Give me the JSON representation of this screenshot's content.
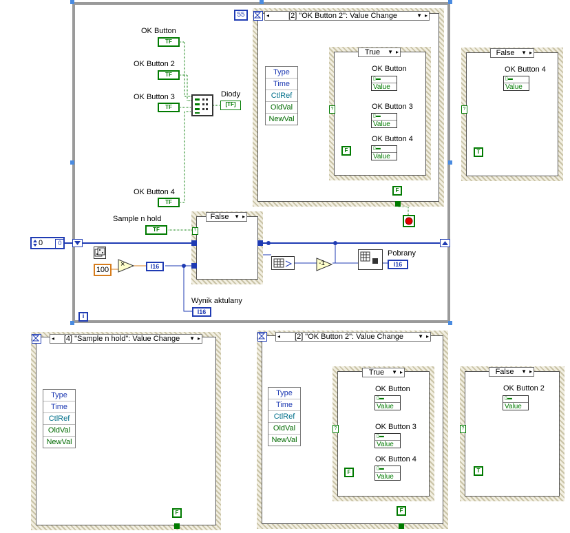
{
  "main_loop": {
    "iteration_label": "i",
    "count_value": "0",
    "count_indicator": "0"
  },
  "controls": {
    "ok_button": "OK Button",
    "ok_button_2": "OK Button 2",
    "ok_button_3": "OK Button 3",
    "ok_button_4": "OK Button 4",
    "sample_n_hold": "Sample n hold",
    "diody": "Diody",
    "wynik_aktulany": "Wynik aktulany",
    "pobrany": "Pobrany",
    "tf_label": "TF",
    "i16_label": "I16",
    "tf_bracket": "[TF]"
  },
  "constants": {
    "timeout": "55",
    "random_scale": "100",
    "decrement": "-1",
    "multiply": "×"
  },
  "event_structures": {
    "top_selector": "[2] \"OK Button 2\": Value Change",
    "bottom_left_selector": "[4] \"Sample n hold\": Value Change",
    "bottom_right_selector": "[2] \"OK Button 2\": Value Change"
  },
  "case_structures": {
    "top_true": "True",
    "top_false_right": "False",
    "middle_false": "False",
    "bottom_true": "True",
    "bottom_false_right": "False"
  },
  "event_data_node": [
    "Type",
    "Time",
    "CtlRef",
    "OldVal",
    "NewVal"
  ],
  "value_node_label": "Value",
  "boolean_constants": {
    "true_letter": "T",
    "false_letter": "F"
  },
  "colors": {
    "boolean_wire": "#007a00",
    "numeric_wire": "#1f3bb3",
    "structure_border": "#9a9a9a",
    "stop_red": "#e00000"
  }
}
